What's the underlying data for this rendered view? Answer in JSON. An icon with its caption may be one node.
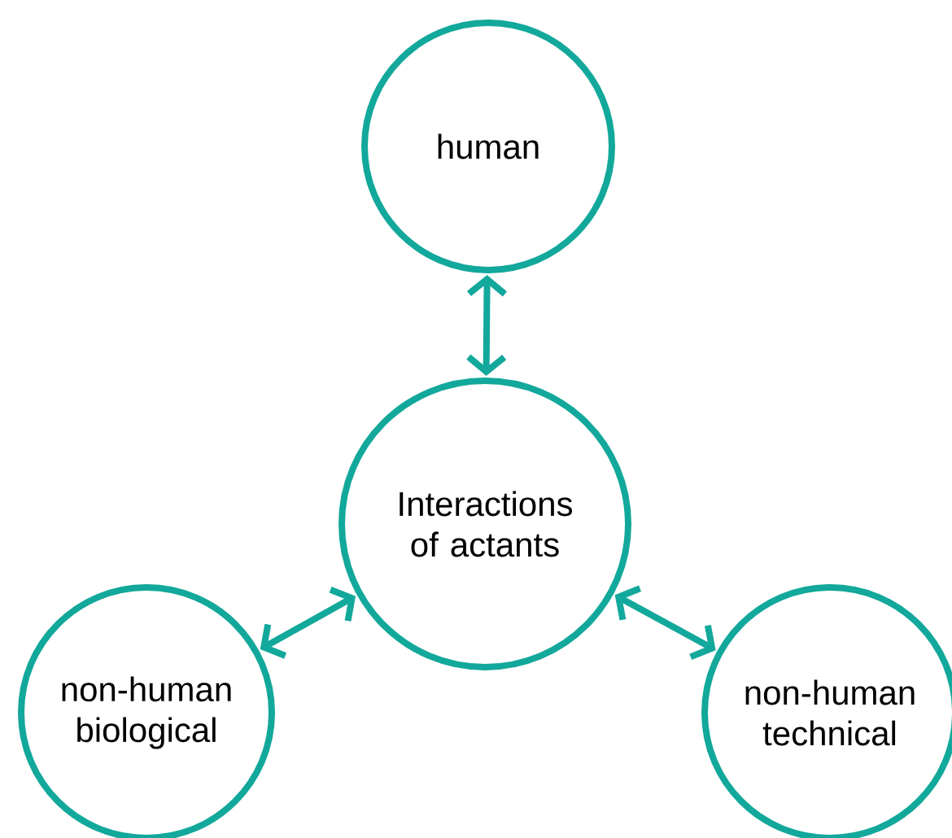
{
  "diagram": {
    "nodes": [
      {
        "text": [
          "human"
        ]
      },
      {
        "text": [
          "Interactions of actants"
        ]
      },
      {
        "text": [
          "non-human biological"
        ]
      },
      {
        "text": [
          "non-human technical"
        ]
      }
    ],
    "edges": [
      {
        "from": 0,
        "to": 1,
        "arrow": "both"
      },
      {
        "from": 1,
        "to": 2,
        "arrow": "both"
      },
      {
        "from": 1,
        "to": 3,
        "arrow": "both"
      }
    ]
  }
}
